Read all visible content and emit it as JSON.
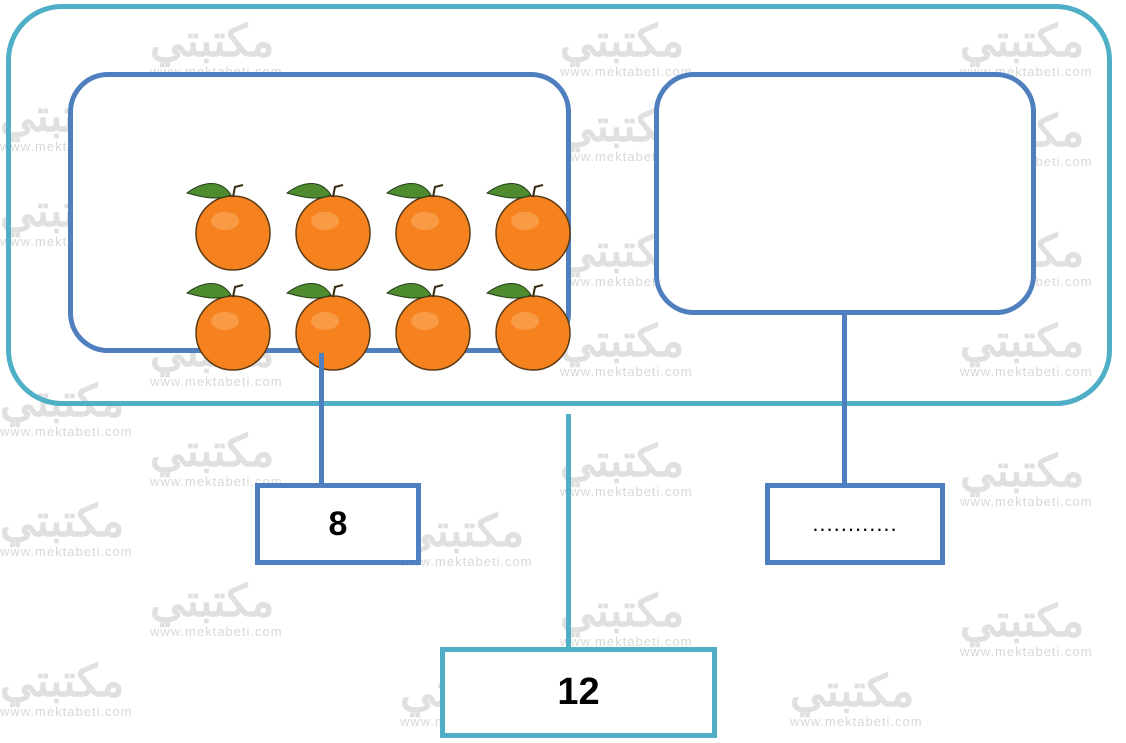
{
  "watermark": {
    "arabic": "مكتبتي",
    "url": "www.mektabeti.com"
  },
  "part_whole": {
    "whole": "12",
    "part_known": "8",
    "part_unknown": "............",
    "known_part_items": {
      "object": "orange",
      "count": 8,
      "rows": 2,
      "columns": 4
    },
    "unknown_part_items": {
      "count": 0
    }
  },
  "colors": {
    "outer_frame": "#4fafc6",
    "part_frame": "#4f7fbf",
    "orange_fill": "#f5821f",
    "leaf": "#4e8a2e"
  }
}
